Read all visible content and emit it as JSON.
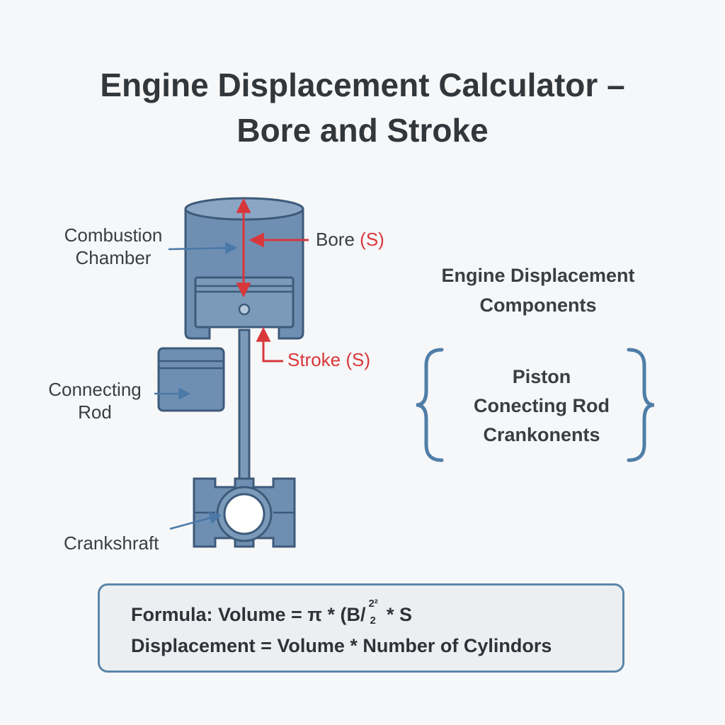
{
  "title": {
    "line1": "Engine Displacement Calculator –",
    "line2": "Bore and Stroke"
  },
  "labels": {
    "combustion_line1": "Combustion",
    "combustion_line2": "Chamber",
    "bore_text": "Bore",
    "bore_symbol": "(S)",
    "stroke": "Stroke (S)",
    "connecting_line1": "Connecting",
    "connecting_line2": "Rod",
    "crankshaft": "Crankshraft"
  },
  "components": {
    "heading_line1": "Engine Displacement",
    "heading_line2": "Components",
    "items": [
      "Piston",
      "Conecting Rod",
      "Crankonents"
    ]
  },
  "formula": {
    "line1_prefix": "Formula: Volume = π * (B/",
    "frac_top": "2²",
    "frac_bottom": "2",
    "line1_suffix": "* S",
    "line2": "Displacement = Volume * Number of Cylindors"
  },
  "colors": {
    "part_fill": "#6f8fb2",
    "part_stroke": "#3d5a7a",
    "annotation_red": "#d8373b",
    "pointer_blue": "#4a79a8",
    "brace_blue": "#4f7ea8"
  }
}
